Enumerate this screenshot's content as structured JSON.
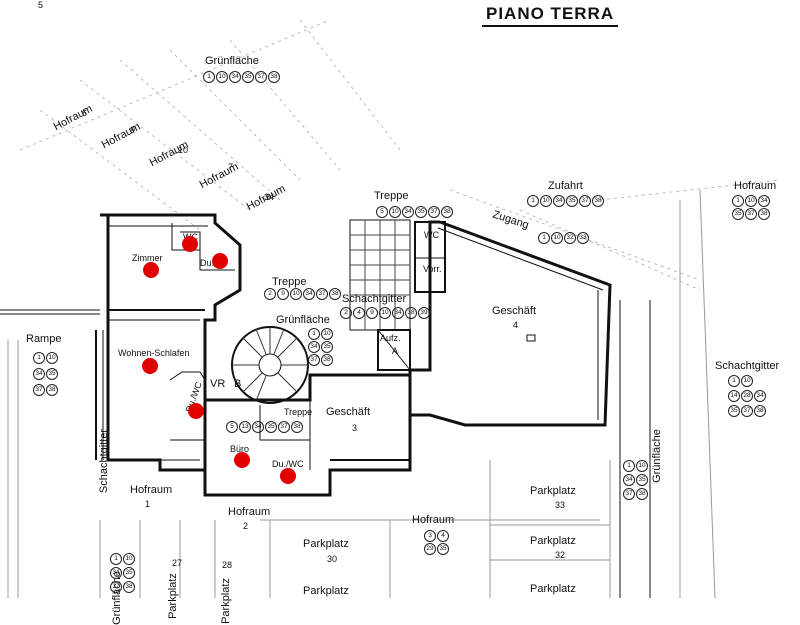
{
  "title": "PIANO TERRA",
  "labels": {
    "gruenflaeche_top": "Grünfläche",
    "hofraum_6": "Hofraum",
    "hofraum_9": "Hofraum",
    "hofraum_10": "Hofraum",
    "hofraum_7": "Hofraum",
    "hofraum_34": "Hofraum",
    "zimmer": "Zimmer",
    "wc_top": "WC",
    "du_top": "Du.",
    "wohnen": "Wohnen-Schlafen",
    "du_wc_side": "Du./WC",
    "rampe": "Rampe",
    "schachtgitter_left": "Schachtgitter",
    "treppe_top": "Treppe",
    "treppe_mid": "Treppe",
    "treppe_small": "Treppe",
    "zufahrt": "Zufahrt",
    "zugang": "Zugang",
    "hofraum_right": "Hofraum",
    "wc_right": "WC",
    "vorr": "Vorr.",
    "schachtgitter_mid": "Schachtgitter",
    "aufz": "Aufz.",
    "aufz_sym": "A",
    "gruenflaeche_mid": "Grünfläche",
    "geschaeft_big": "Geschäft",
    "geschaeft_small": "Geschäft",
    "vr": "VR",
    "b_sym": "B",
    "buero": "Büro",
    "du_wc_bottom": "Du./WC",
    "schachtgitter_right": "Schachtgitter",
    "gruenflaeche_right": "Grünfläche",
    "hofraum_1": "Hofraum",
    "hofraum_2": "Hofraum",
    "hofraum_bottom": "Hofraum",
    "parkplatz_30": "Parkplatz",
    "parkplatz_33": "Parkplatz",
    "parkplatz_32": "Parkplatz",
    "parkplatz_bottom1": "Parkplatz",
    "parkplatz_bottom2": "Parkplatz",
    "parkplatz_27": "Parkplatz",
    "parkplatz_28": "Parkplatz",
    "gruenflaeche_bottom": "Grünfläche",
    "n5_top": "5",
    "n6": "6",
    "n9": "9",
    "n10": "10",
    "n7": "7",
    "n34": "34",
    "n4": "4",
    "n3": "3",
    "n1": "1",
    "n2": "2",
    "n30": "30",
    "n33": "33",
    "n32": "32",
    "n27": "27",
    "n28": "28"
  },
  "number_groups": {
    "gruen_top": [
      "1",
      "10",
      "34",
      "35",
      "37",
      "38"
    ],
    "treppe_top": [
      "5",
      "10",
      "34",
      "35",
      "37",
      "38"
    ],
    "zufahrt": [
      "1",
      "10",
      "34",
      "35",
      "37",
      "38"
    ],
    "zugang": [
      "1",
      "10",
      "32",
      "33"
    ],
    "hofraum_right_a": [
      "1",
      "10",
      "34"
    ],
    "hofraum_right_b": [
      "35",
      "37",
      "38"
    ],
    "treppe_mid": [
      "2",
      "9",
      "10",
      "34",
      "37",
      "38"
    ],
    "schacht_mid": [
      "2",
      "4",
      "9",
      "10",
      "34",
      "38",
      "39"
    ],
    "gruen_mid_a": [
      "1",
      "10"
    ],
    "gruen_mid_b": [
      "34",
      "35"
    ],
    "gruen_mid_c": [
      "37",
      "38"
    ],
    "rampe_a": [
      "1",
      "10"
    ],
    "rampe_b": [
      "34",
      "35"
    ],
    "rampe_c": [
      "37",
      "38"
    ],
    "treppe_small": [
      "5",
      "13",
      "34",
      "35",
      "37",
      "38"
    ],
    "schacht_right_a": [
      "1",
      "10"
    ],
    "schacht_right_b": [
      "14",
      "28",
      "34"
    ],
    "schacht_right_c": [
      "35",
      "37",
      "38"
    ],
    "gruen_right_a": [
      "1",
      "10"
    ],
    "gruen_right_b": [
      "34",
      "35"
    ],
    "gruen_right_c": [
      "37",
      "38"
    ],
    "hofraum_bottom_a": [
      "3",
      "4"
    ],
    "hofraum_bottom_b": [
      "29",
      "35"
    ],
    "gruen_bottom_a": [
      "1",
      "10"
    ],
    "gruen_bottom_b": [
      "34",
      "35"
    ],
    "gruen_bottom_c": [
      "37",
      "38"
    ]
  },
  "markers": {
    "color": "#e00000",
    "count": 7
  }
}
